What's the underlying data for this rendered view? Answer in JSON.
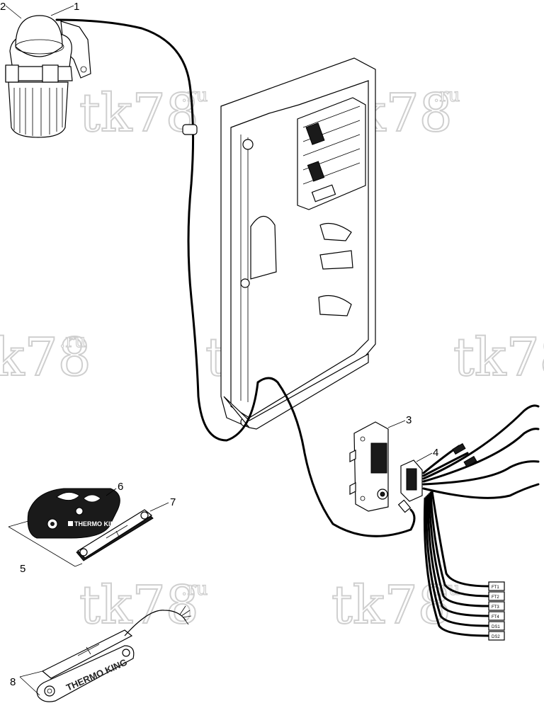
{
  "watermark": {
    "main": "tk78",
    "suffix": ".ru"
  },
  "callouts": [
    "1",
    "2",
    "3",
    "4",
    "5",
    "6",
    "7",
    "8"
  ],
  "brand": {
    "logo_text": "THERMO KING"
  },
  "terminal_tags": [
    "FT1",
    "FT2",
    "FT3",
    "FT4",
    "DS1",
    "DS2"
  ]
}
